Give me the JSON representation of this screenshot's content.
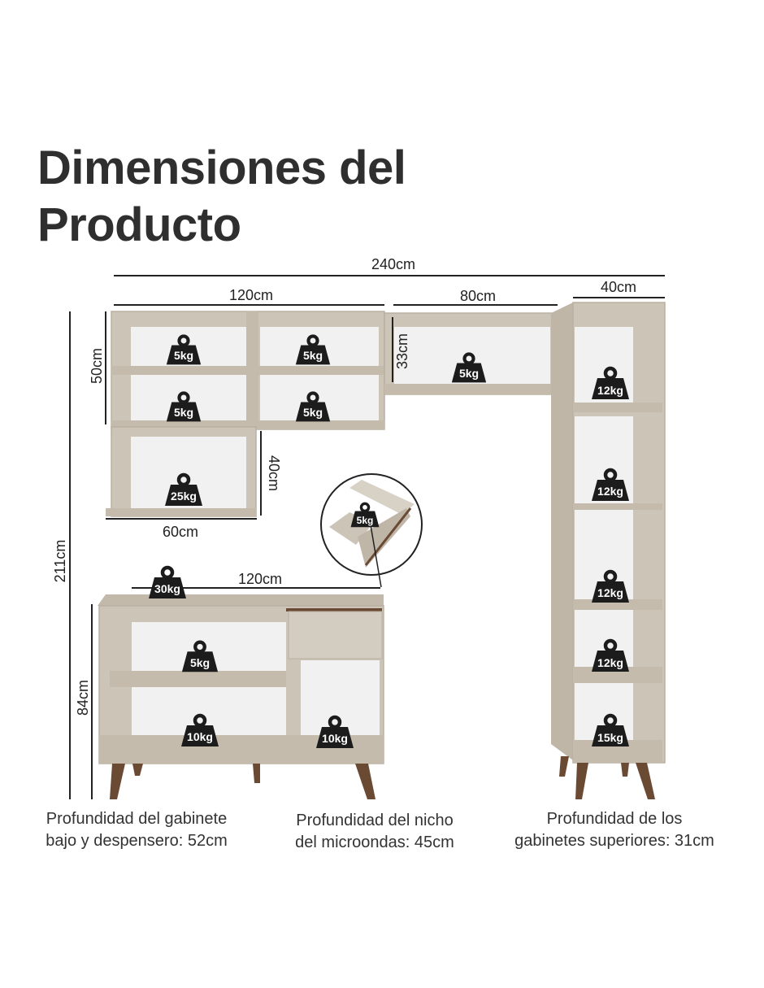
{
  "title": {
    "line1": "Dimensiones del",
    "line2": "Producto"
  },
  "dimensions": {
    "total_width": "240cm",
    "upper_width": "120cm",
    "micro_width": "80cm",
    "tower_width": "40cm",
    "upper_height": "50cm",
    "micro_height": "33cm",
    "lower_box_height": "40cm",
    "lower_box_width": "60cm",
    "total_height": "211cm",
    "base_width": "120cm",
    "base_height": "84cm"
  },
  "weights": {
    "upper_1": "5kg",
    "upper_2": "5kg",
    "upper_3": "5kg",
    "upper_4": "5kg",
    "upper_big": "25kg",
    "micro": "5kg",
    "drawer": "5kg",
    "top": "30kg",
    "base_shelf": "5kg",
    "base_bottom": "10kg",
    "base_niche": "10kg",
    "tower_1": "12kg",
    "tower_2": "12kg",
    "tower_3": "12kg",
    "tower_4": "12kg",
    "tower_5": "15kg"
  },
  "notes": {
    "base": {
      "line1": "Profundidad del gabinete",
      "line2": "bajo y despensero: 52cm"
    },
    "micro": {
      "line1": "Profundidad del nicho",
      "line2": "del microondas: 45cm"
    },
    "upper": {
      "line1": "Profundidad de los",
      "line2": "gabinetes superiores: 31cm"
    }
  },
  "colors": {
    "cabinet": "#ccc4b7",
    "cabinet_edge": "#b9b0a2",
    "interior": "#f1f1f1",
    "legs": "#6b4a34",
    "weight_icon": "#1c1c1c"
  }
}
